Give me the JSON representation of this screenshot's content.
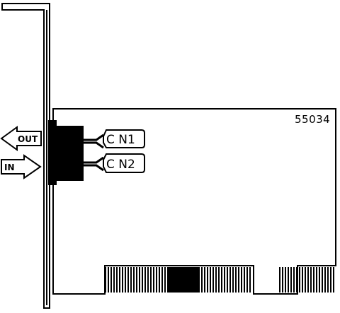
{
  "board": {
    "id_label": "55034"
  },
  "connectors": [
    {
      "label": "C N1"
    },
    {
      "label": "C N2"
    }
  ],
  "ports": {
    "out_label": "OUT",
    "in_label": "IN"
  },
  "colors": {
    "ink": "#000000",
    "paper": "#ffffff"
  },
  "icons": {
    "out": "arrow-left-icon",
    "in": "arrow-right-icon"
  }
}
